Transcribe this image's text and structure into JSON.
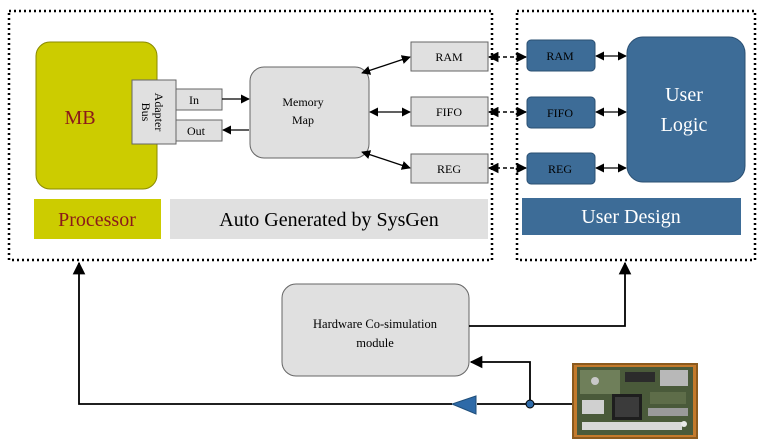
{
  "processor_block": {
    "label": "MB"
  },
  "bus_adapter": {
    "label_line1": "Bus",
    "label_line2": "Adapter"
  },
  "port_in": {
    "label": "In"
  },
  "port_out": {
    "label": "Out"
  },
  "memory_map": {
    "label_line1": "Memory",
    "label_line2": "Map"
  },
  "sysgen_memories": [
    {
      "label": "RAM"
    },
    {
      "label": "FIFO"
    },
    {
      "label": "REG"
    }
  ],
  "user_memories": [
    {
      "label": "RAM"
    },
    {
      "label": "FIFO"
    },
    {
      "label": "REG"
    }
  ],
  "user_logic": {
    "label_line1": "User",
    "label_line2": "Logic"
  },
  "captions": {
    "processor": "Processor",
    "auto_generated": "Auto Generated by SysGen",
    "user_design": "User Design"
  },
  "hwcosim": {
    "label_line1": "Hardware Co-simulation",
    "label_line2": "module"
  },
  "colors": {
    "processor_fill": "#cccc00",
    "processor_text": "#8b1a1a",
    "gray_fill": "#e0e0e0",
    "user_fill": "#3d6c97",
    "user_stroke": "#2a4f72",
    "line": "#000000"
  },
  "icons": {
    "fpga_board": "fpga-board-photo-icon",
    "amplifier": "triangle-amplifier-icon"
  }
}
